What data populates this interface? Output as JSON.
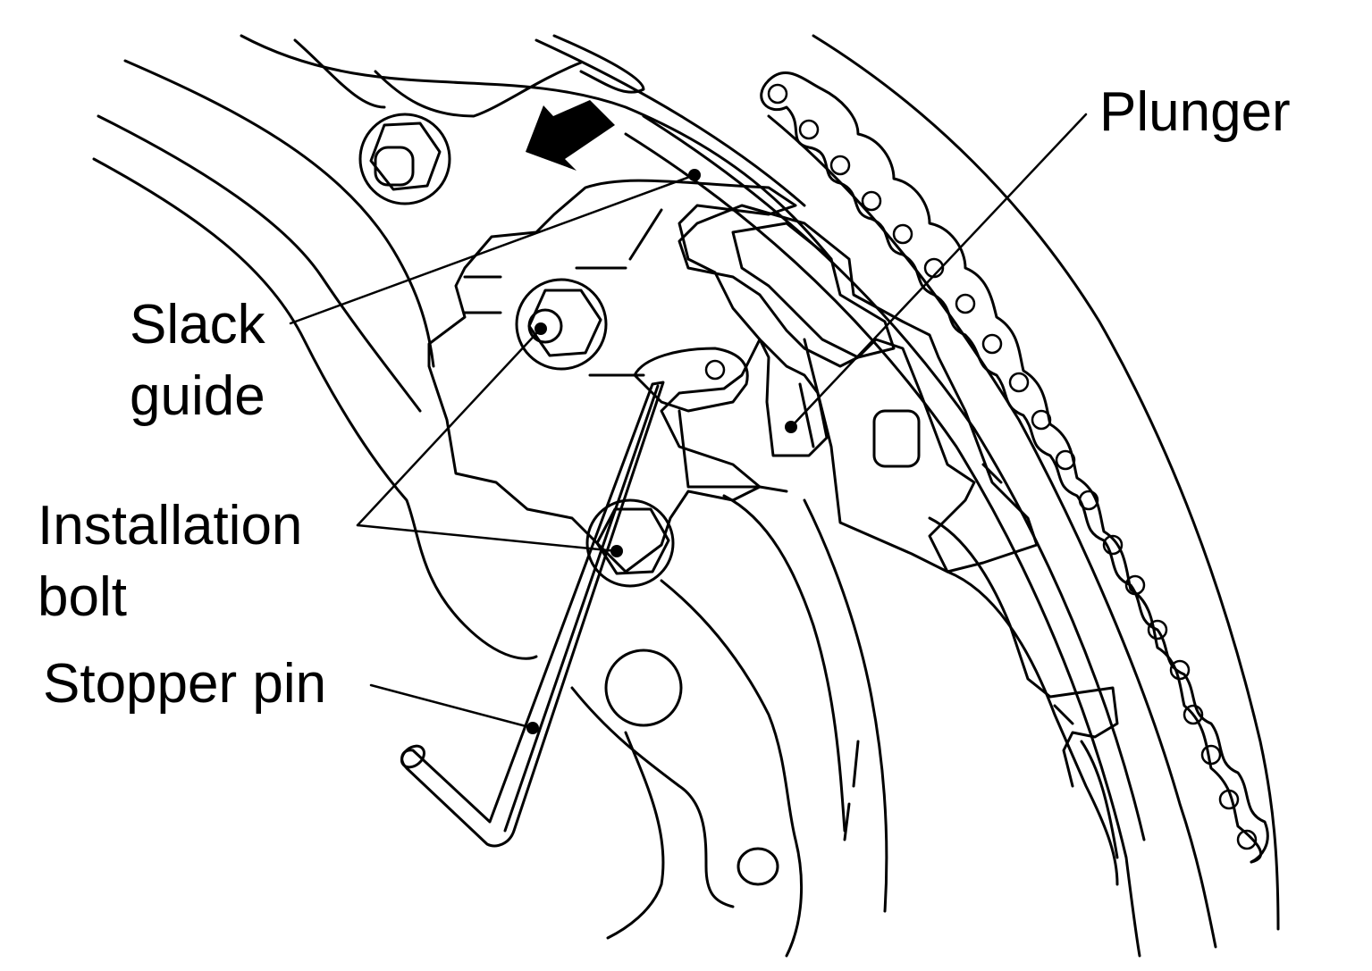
{
  "labels": {
    "plunger": "Plunger",
    "slack_guide_line1": "Slack",
    "slack_guide_line2": "guide",
    "installation_bolt_line1": "Installation",
    "installation_bolt_line2": "bolt",
    "stopper_pin": "Stopper pin"
  },
  "colors": {
    "line": "#000000",
    "background": "#ffffff"
  },
  "icons": [
    "direction-arrow-icon"
  ]
}
